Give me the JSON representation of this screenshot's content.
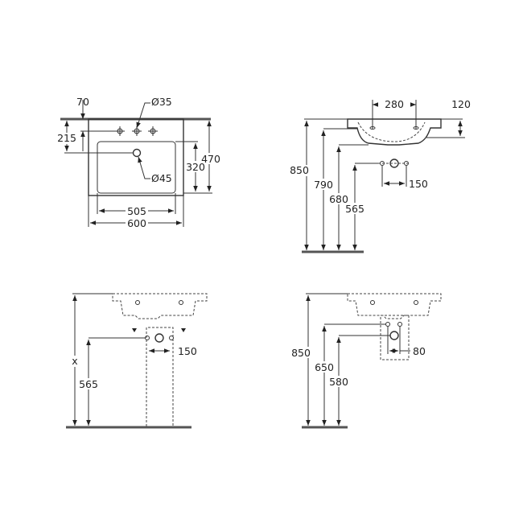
{
  "top_view": {
    "d70": "70",
    "d35": "Ø35",
    "d215": "215",
    "d470": "470",
    "d320": "320",
    "d45": "Ø45",
    "d505": "505",
    "d600": "600"
  },
  "side_view": {
    "d280": "280",
    "d120": "120",
    "d850": "850",
    "d790": "790",
    "d680": "680",
    "d565": "565",
    "d150": "150"
  },
  "pedestal_view": {
    "dx": "x",
    "d565": "565",
    "d150": "150"
  },
  "semi_pedestal_view": {
    "d850": "850",
    "d650": "650",
    "d580": "580",
    "d80": "80"
  }
}
